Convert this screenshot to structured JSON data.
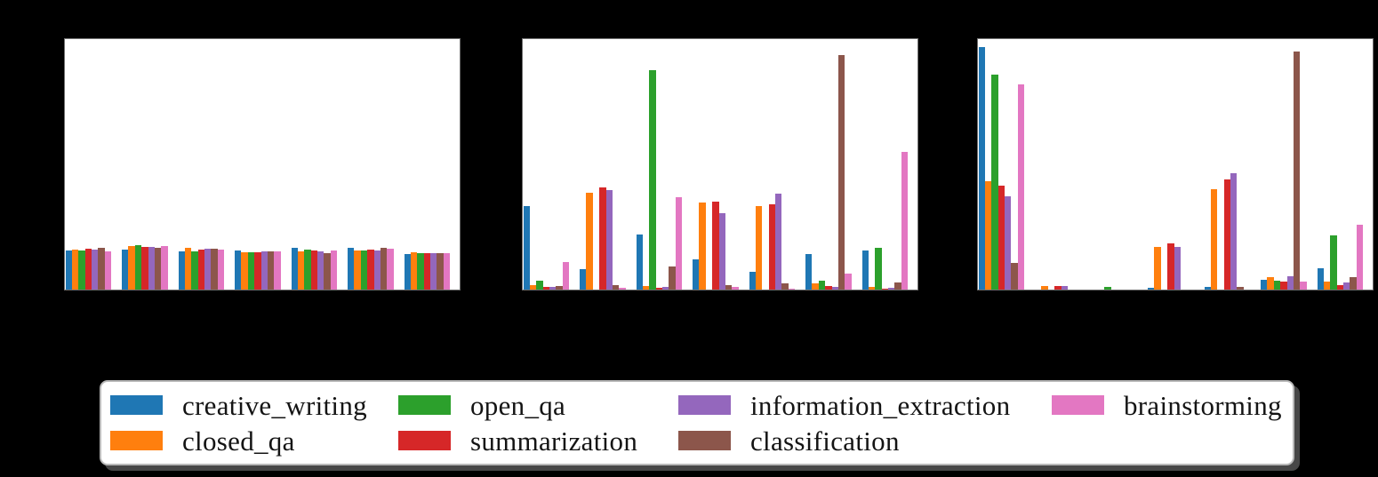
{
  "figure": {
    "background_color": "#000000",
    "note": "matplotlib-style figure on black background; axis titles and tick labels are not visible in the pixels (black text on black background); only three white plot panels, grouped bars and the legend box are visible"
  },
  "series": [
    {
      "name": "creative_writing",
      "color": "#1f77b4"
    },
    {
      "name": "closed_qa",
      "color": "#ff7f0e"
    },
    {
      "name": "open_qa",
      "color": "#2ca02c"
    },
    {
      "name": "summarization",
      "color": "#d62728"
    },
    {
      "name": "information_extraction",
      "color": "#9467bd"
    },
    {
      "name": "classification",
      "color": "#8c564b"
    },
    {
      "name": "brainstorming",
      "color": "#e377c2"
    }
  ],
  "legend": {
    "columns": [
      [
        "creative_writing",
        "closed_qa"
      ],
      [
        "open_qa",
        "summarization"
      ],
      [
        "information_extraction",
        "classification"
      ],
      [
        "brainstorming"
      ]
    ],
    "border_color": "#b9b9b9",
    "shadow_color": "#474747",
    "background": "#ffffff"
  },
  "chart_data": [
    {
      "type": "bar",
      "panel": "left",
      "group_count": 7,
      "ylim": [
        0,
        1
      ],
      "value_units": "fraction of y-axis height (estimated from pixels; numeric tick labels not visible)",
      "series": [
        {
          "name": "creative_writing",
          "values": [
            0.157,
            0.16,
            0.153,
            0.156,
            0.167,
            0.167,
            0.142
          ]
        },
        {
          "name": "closed_qa",
          "values": [
            0.16,
            0.174,
            0.167,
            0.149,
            0.153,
            0.157,
            0.149
          ]
        },
        {
          "name": "open_qa",
          "values": [
            0.157,
            0.178,
            0.153,
            0.149,
            0.16,
            0.157,
            0.146
          ]
        },
        {
          "name": "summarization",
          "values": [
            0.163,
            0.171,
            0.16,
            0.151,
            0.157,
            0.16,
            0.146
          ]
        },
        {
          "name": "information_extraction",
          "values": [
            0.16,
            0.171,
            0.164,
            0.153,
            0.153,
            0.157,
            0.146
          ]
        },
        {
          "name": "classification",
          "values": [
            0.166,
            0.167,
            0.164,
            0.153,
            0.146,
            0.167,
            0.146
          ]
        },
        {
          "name": "brainstorming",
          "values": [
            0.154,
            0.174,
            0.16,
            0.153,
            0.157,
            0.164,
            0.146
          ]
        }
      ]
    },
    {
      "type": "bar",
      "panel": "middle",
      "group_count": 7,
      "ylim": [
        0,
        1
      ],
      "value_units": "fraction of y-axis height (estimated from pixels; numeric tick labels not visible)",
      "series": [
        {
          "name": "creative_writing",
          "values": [
            0.334,
            0.082,
            0.221,
            0.121,
            0.072,
            0.142,
            0.157
          ]
        },
        {
          "name": "closed_qa",
          "values": [
            0.018,
            0.388,
            0.014,
            0.349,
            0.333,
            0.024,
            0.011
          ]
        },
        {
          "name": "open_qa",
          "values": [
            0.036,
            0.0,
            0.879,
            0.0,
            0.0,
            0.036,
            0.166
          ]
        },
        {
          "name": "summarization",
          "values": [
            0.011,
            0.409,
            0.007,
            0.351,
            0.342,
            0.015,
            0.004
          ]
        },
        {
          "name": "information_extraction",
          "values": [
            0.011,
            0.398,
            0.011,
            0.306,
            0.384,
            0.011,
            0.007
          ]
        },
        {
          "name": "classification",
          "values": [
            0.014,
            0.018,
            0.092,
            0.019,
            0.025,
            0.94,
            0.028
          ]
        },
        {
          "name": "brainstorming",
          "values": [
            0.11,
            0.007,
            0.372,
            0.01,
            0.004,
            0.063,
            0.553
          ]
        }
      ]
    },
    {
      "type": "bar",
      "panel": "right",
      "group_count": 7,
      "ylim": [
        0,
        1
      ],
      "value_units": "fraction of y-axis height (estimated from pixels; numeric tick labels not visible)",
      "series": [
        {
          "name": "creative_writing",
          "values": [
            0.971,
            0.0,
            0.0,
            0.007,
            0.011,
            0.039,
            0.085
          ]
        },
        {
          "name": "closed_qa",
          "values": [
            0.436,
            0.014,
            0.0,
            0.17,
            0.404,
            0.05,
            0.032
          ]
        },
        {
          "name": "open_qa",
          "values": [
            0.861,
            0.0,
            0.01,
            0.0,
            0.0,
            0.036,
            0.216
          ]
        },
        {
          "name": "summarization",
          "values": [
            0.415,
            0.014,
            0.0,
            0.184,
            0.44,
            0.032,
            0.018
          ]
        },
        {
          "name": "information_extraction",
          "values": [
            0.373,
            0.014,
            0.0,
            0.17,
            0.468,
            0.053,
            0.028
          ]
        },
        {
          "name": "classification",
          "values": [
            0.107,
            0.0,
            0.0,
            0.0,
            0.011,
            0.954,
            0.05
          ]
        },
        {
          "name": "brainstorming",
          "values": [
            0.823,
            0.0,
            0.0,
            0.0,
            0.0,
            0.032,
            0.259
          ]
        }
      ]
    }
  ]
}
